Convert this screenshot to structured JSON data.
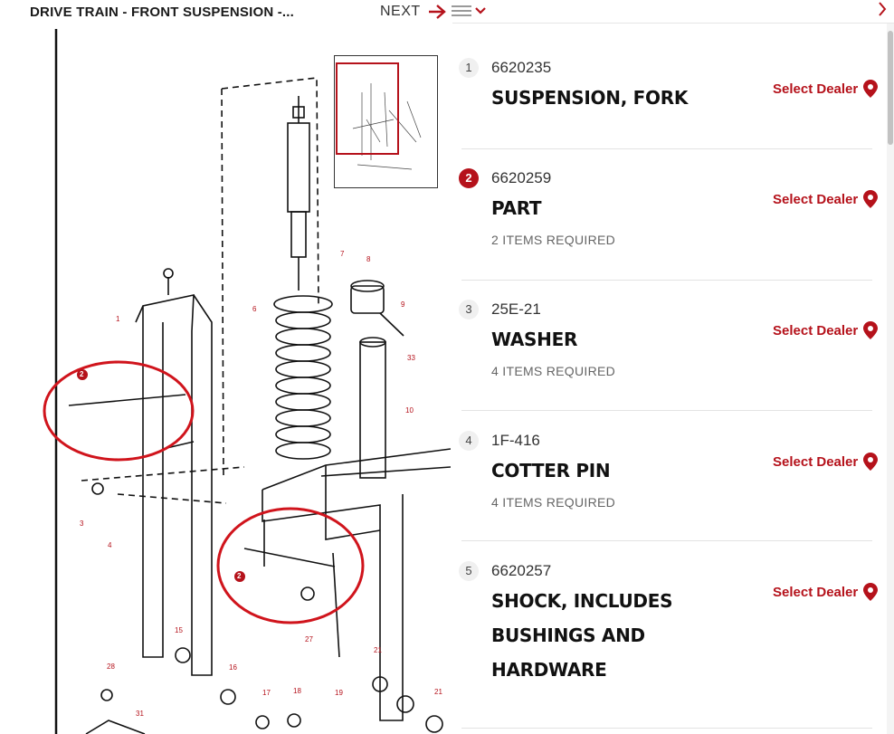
{
  "header": {
    "title": "DRIVE TRAIN - FRONT SUSPENSION -...",
    "next_label": "NEXT",
    "icons": [
      "arrow-right-icon",
      "hamburger-menu-icon",
      "chevron-down-icon",
      "chevron-right-icon"
    ]
  },
  "diagram": {
    "callouts": [
      "1",
      "2",
      "2",
      "3",
      "4",
      "6",
      "7",
      "8",
      "9",
      "10",
      "15",
      "16",
      "17",
      "18",
      "19",
      "21",
      "21",
      "27",
      "28",
      "31",
      "33"
    ]
  },
  "parts": [
    {
      "index": "1",
      "number": "6620235",
      "name": "SUSPENSION, FORK",
      "required": "",
      "dealer": "Select Dealer",
      "active": false
    },
    {
      "index": "2",
      "number": "6620259",
      "name": "PART",
      "required": "2 ITEMS REQUIRED",
      "dealer": "Select Dealer",
      "active": true
    },
    {
      "index": "3",
      "number": "25E-21",
      "name": "WASHER",
      "required": "4 ITEMS REQUIRED",
      "dealer": "Select Dealer",
      "active": false
    },
    {
      "index": "4",
      "number": "1F-416",
      "name": "COTTER PIN",
      "required": "4 ITEMS REQUIRED",
      "dealer": "Select Dealer",
      "active": false
    },
    {
      "index": "5",
      "number": "6620257",
      "name": "SHOCK, INCLUDES BUSHINGS AND HARDWARE",
      "required": "",
      "dealer": "Select Dealer",
      "active": false
    }
  ],
  "scrollbar": {
    "position_fraction": 0.01
  },
  "colors": {
    "accent": "#b5121b",
    "text": "#111111",
    "muted": "#666666",
    "divider": "#e3e3e3"
  }
}
